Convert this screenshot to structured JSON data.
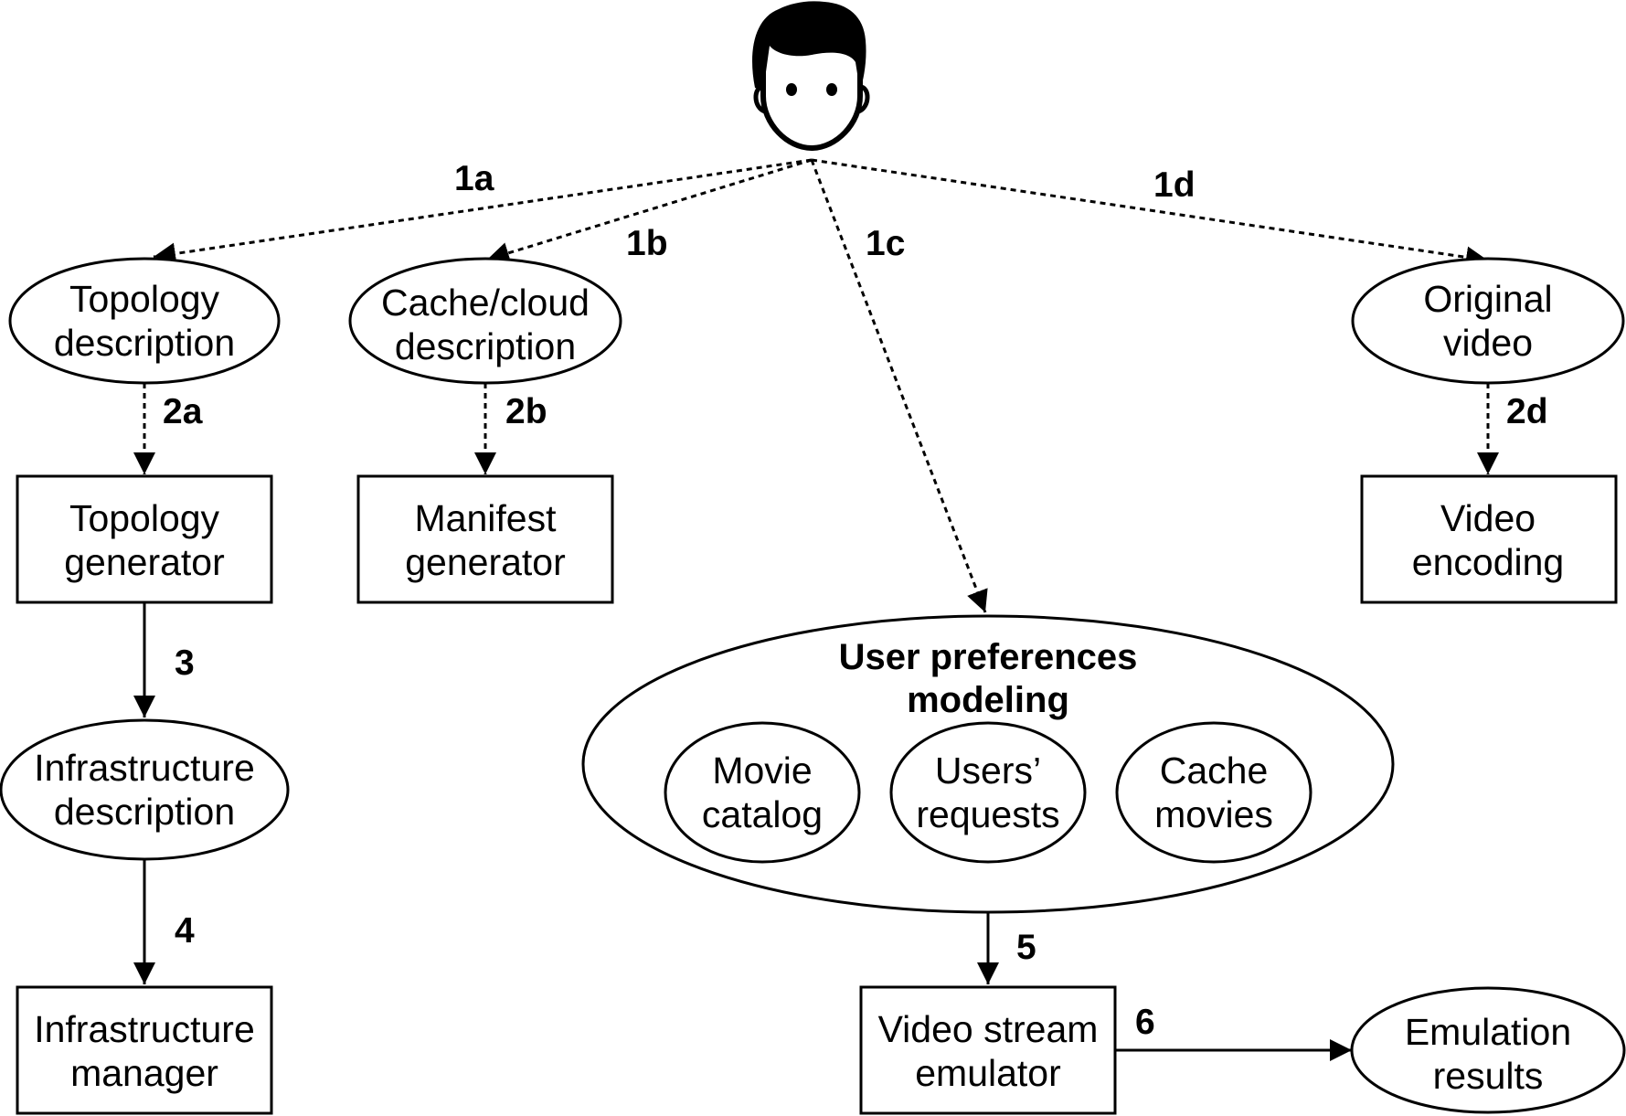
{
  "nodes": {
    "topology_description": [
      "Topology",
      "description"
    ],
    "cache_cloud_description": [
      "Cache/cloud",
      "description"
    ],
    "original_video": [
      "Original",
      "video"
    ],
    "topology_generator": [
      "Topology",
      "generator"
    ],
    "manifest_generator": [
      "Manifest",
      "generator"
    ],
    "video_encoding": [
      "Video",
      "encoding"
    ],
    "infrastructure_description": [
      "Infrastructure",
      "description"
    ],
    "infrastructure_manager": [
      "Infrastructure",
      "manager"
    ],
    "user_preferences_modeling": [
      "User preferences",
      "modeling"
    ],
    "movie_catalog": [
      "Movie",
      "catalog"
    ],
    "users_requests": [
      "Users’",
      "requests"
    ],
    "cache_movies": [
      "Cache",
      "movies"
    ],
    "video_stream_emulator": [
      "Video stream",
      "emulator"
    ],
    "emulation_results": [
      "Emulation",
      "results"
    ]
  },
  "steps": {
    "s1a": "1a",
    "s1b": "1b",
    "s1c": "1c",
    "s1d": "1d",
    "s2a": "2a",
    "s2b": "2b",
    "s2d": "2d",
    "s3": "3",
    "s4": "4",
    "s5": "5",
    "s6": "6"
  },
  "icons": {
    "user": "user-avatar-icon"
  },
  "colors": {
    "stroke": "#000000",
    "background": "#ffffff"
  }
}
